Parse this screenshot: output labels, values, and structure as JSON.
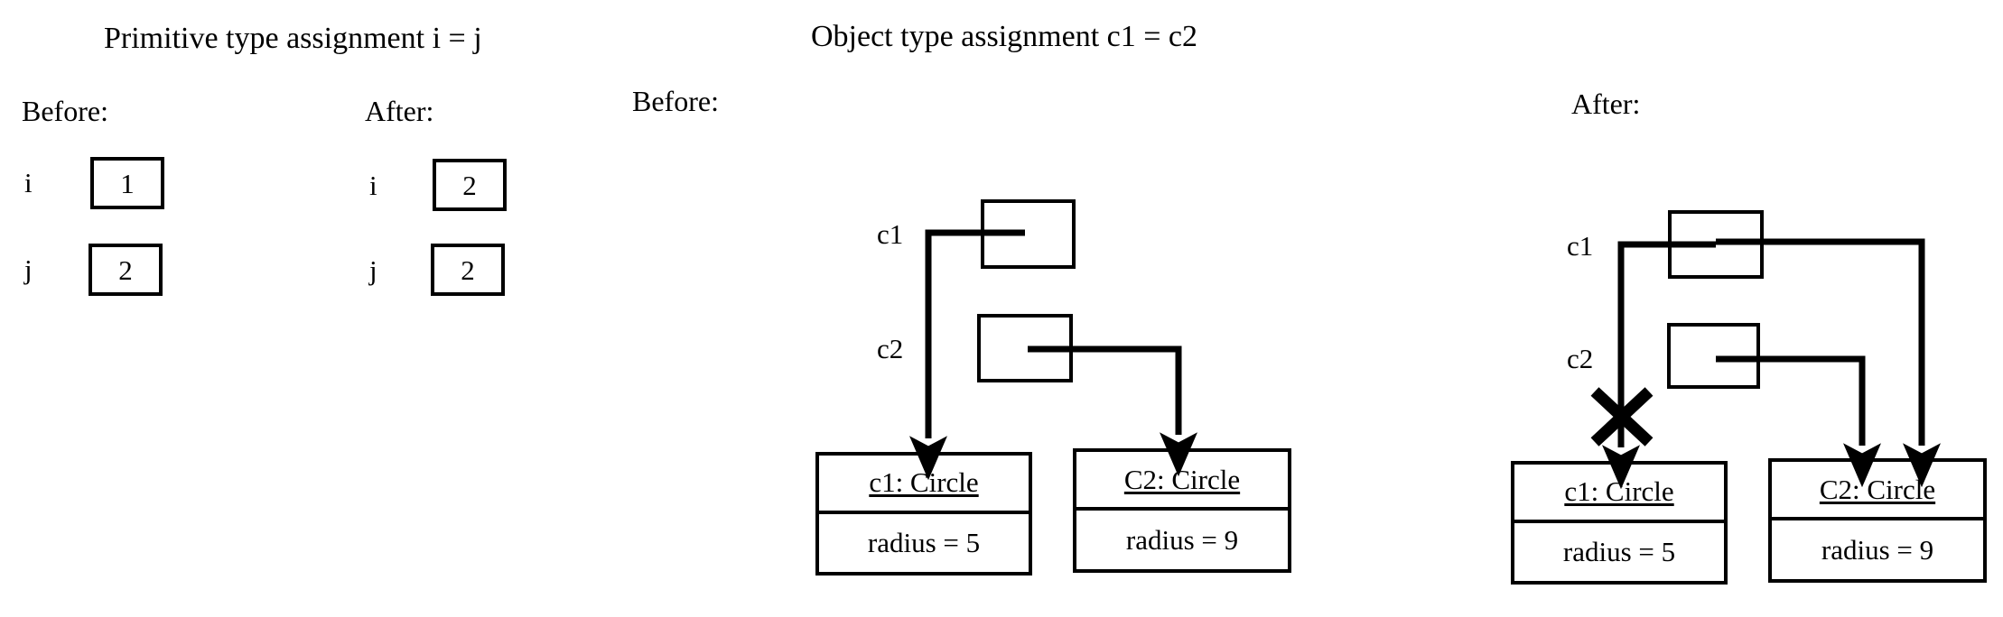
{
  "panels": {
    "primitive": {
      "title": "Primitive type assignment  i = j",
      "before_label": "Before:",
      "after_label": "After:",
      "before_rows": [
        {
          "var": "i",
          "value": "1"
        },
        {
          "var": "j",
          "value": "2"
        }
      ],
      "after_rows": [
        {
          "var": "i",
          "value": "2"
        },
        {
          "var": "j",
          "value": "2"
        }
      ]
    },
    "object": {
      "title": "Object type assignment c1 = c2",
      "before_label": "Before:",
      "after_label": "After:",
      "before": {
        "refs": [
          {
            "name": "c1"
          },
          {
            "name": "c2"
          }
        ],
        "objects": [
          {
            "header": "c1: Circle",
            "field": "radius = 5"
          },
          {
            "header": "C2: Circle",
            "field": "radius = 9"
          }
        ]
      },
      "after": {
        "refs": [
          {
            "name": "c1"
          },
          {
            "name": "c2"
          }
        ],
        "objects": [
          {
            "header": "c1: Circle",
            "field": "radius = 5"
          },
          {
            "header": "C2: Circle",
            "field": "radius = 9"
          }
        ],
        "broken_link_marker": "x-cross-icon"
      }
    }
  }
}
